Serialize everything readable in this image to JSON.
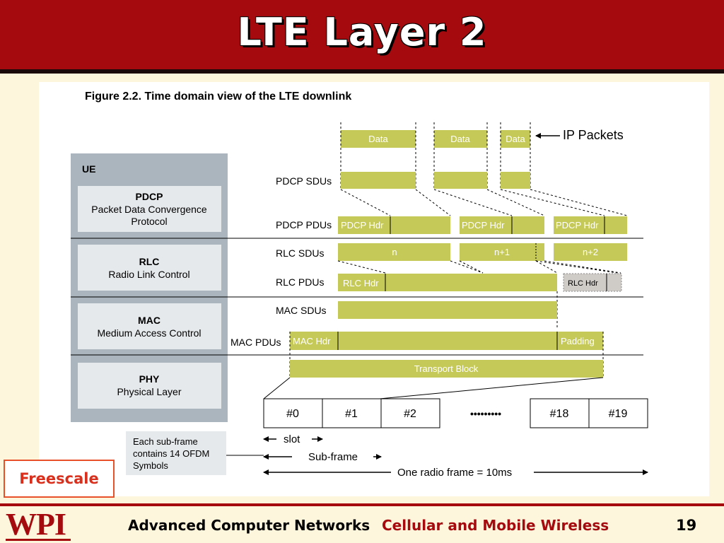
{
  "slide": {
    "title": "LTE Layer 2",
    "source": "Freescale",
    "footer": {
      "logo": "WPI",
      "course": "Advanced Computer Networks",
      "topic": "Cellular and Mobile Wireless",
      "page": "19"
    }
  },
  "figure": {
    "caption": "Figure 2.2. Time domain view of the LTE downlink",
    "ue_label": "UE",
    "layers": [
      {
        "abbr": "PDCP",
        "line1": "Packet Data Convergence",
        "line2": "Protocol"
      },
      {
        "abbr": "RLC",
        "line1": "Radio Link Control",
        "line2": ""
      },
      {
        "abbr": "MAC",
        "line1": "Medium Access Control",
        "line2": ""
      },
      {
        "abbr": "PHY",
        "line1": "Physical Layer",
        "line2": ""
      }
    ],
    "ip_packets_label": "IP Packets",
    "data_label": "Data",
    "row_labels": [
      "PDCP SDUs",
      "PDCP PDUs",
      "RLC SDUs",
      "RLC PDUs",
      "MAC SDUs",
      "MAC PDUs"
    ],
    "pdcp_hdr": "PDCP Hdr",
    "rlc_sdus": [
      "n",
      "n+1",
      "n+2"
    ],
    "rlc_hdr": "RLC Hdr",
    "mac_hdr": "MAC Hdr",
    "padding": "Padding",
    "transport_block": "Transport Block",
    "subframes": [
      "#0",
      "#1",
      "#2",
      "#18",
      "#19"
    ],
    "ellipsis": "•••••••••",
    "note": [
      "Each sub-frame",
      "contains 14 OFDM",
      "Symbols"
    ],
    "slot_label": "slot",
    "subframe_label": "Sub-frame",
    "radio_frame_label": "One radio frame = 10ms",
    "colors": {
      "block": "#c5c957",
      "panel": "#aab5bd",
      "layer_box": "#e6e9eb",
      "title_bar": "#a50a0f",
      "background": "#fdf5dc",
      "source_border": "#e8502a"
    }
  }
}
